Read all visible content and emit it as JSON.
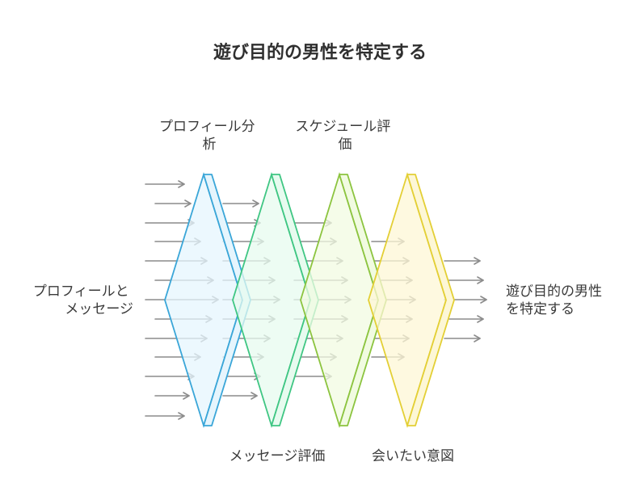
{
  "title": "遊び目的の男性を特定する",
  "input_label": [
    "プロフィールと",
    "メッセージ"
  ],
  "output_label": [
    "遊び目的の男性",
    "を特定する"
  ],
  "stages": [
    {
      "label": [
        "プロフィール分",
        "析"
      ],
      "label_side": "top",
      "color": "#3aa6d8",
      "fill": "#e6f5fd"
    },
    {
      "label": [
        "メッセージ評価"
      ],
      "label_side": "bottom",
      "color": "#3fc683",
      "fill": "#e7fbef"
    },
    {
      "label": [
        "スケジュール評",
        "価"
      ],
      "label_side": "top",
      "color": "#8cc43f",
      "fill": "#f1fbe1"
    },
    {
      "label": [
        "会いたい意図"
      ],
      "label_side": "bottom",
      "color": "#e3cf35",
      "fill": "#fdf7d6"
    }
  ]
}
